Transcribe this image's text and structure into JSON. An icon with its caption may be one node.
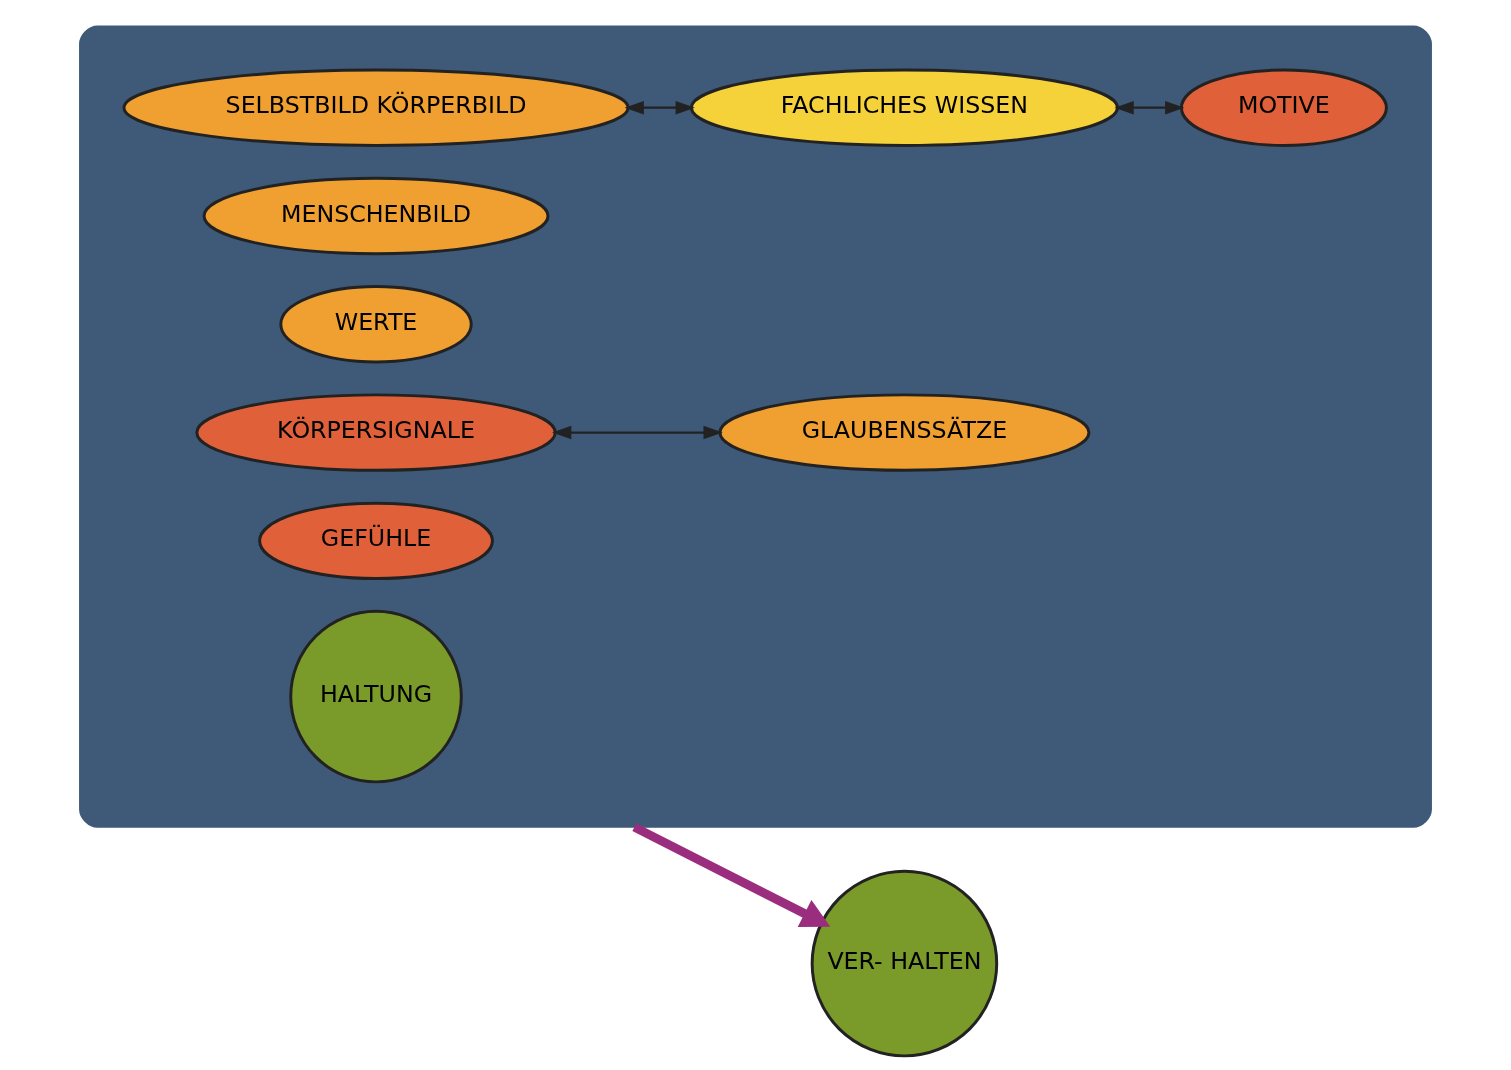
{
  "diagram": {
    "nodes": [
      {
        "text": [],
        "shape": "cloud"
      },
      {
        "text": [
          "SELBSTBILD KÖRPERBILD"
        ],
        "in": 0
      },
      {
        "text": [
          "MENSCHENBILD"
        ],
        "in": 0
      },
      {
        "text": [
          "WERTE"
        ],
        "in": 0
      },
      {
        "text": [
          "GLAUBENSSÄTZE"
        ],
        "in": 0
      },
      {
        "text": [
          "HALTUNG"
        ],
        "in": 0
      },
      {
        "text": [
          "FACHLICHES WISSEN"
        ],
        "in": 0
      },
      {
        "text": [
          "MOTIVE"
        ],
        "in": 0
      },
      {
        "text": [
          "GEFÜHLE"
        ],
        "in": 0
      },
      {
        "text": [
          "KÖRPERSIGNALE"
        ],
        "in": 0
      },
      {
        "text": [
          "VER- HALTEN"
        ]
      }
    ],
    "edges": [
      {
        "from": 1,
        "to": 6,
        "arrow": "both"
      },
      {
        "from": 6,
        "to": 7,
        "arrow": "both"
      },
      {
        "from": 9,
        "to": 4,
        "arrow": "both"
      },
      {
        "from": 0,
        "to": 10,
        "arrow": "to",
        "style": "thick",
        "color": "#9b2d7f"
      }
    ]
  }
}
